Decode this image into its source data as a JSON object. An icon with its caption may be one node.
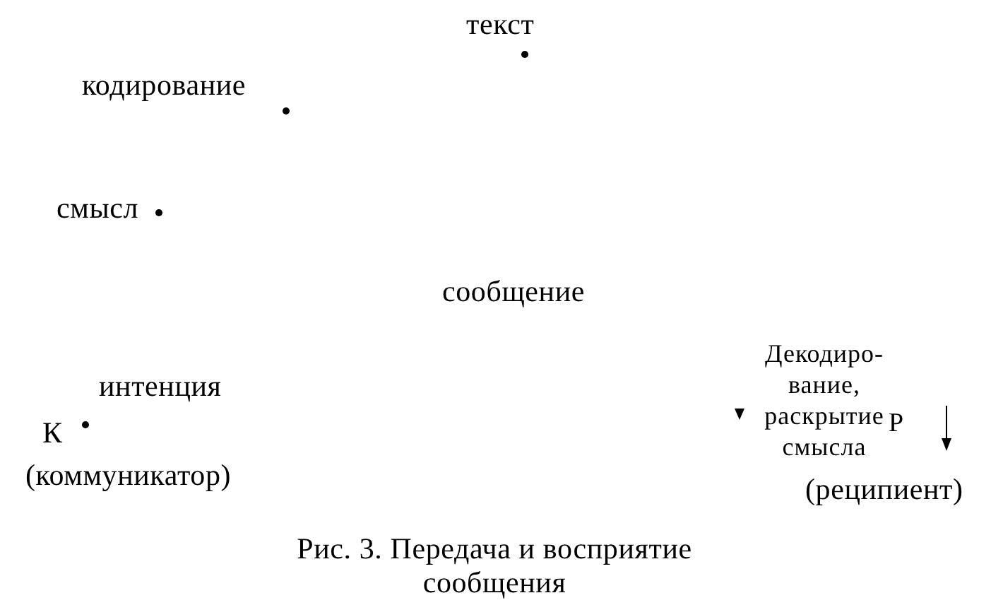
{
  "diagram": {
    "caption": "Рис. 3. Передача и восприятие сообщения",
    "labels": [
      "текст",
      "кодирование",
      "смысл",
      "сообщение",
      "Декодиро- вание, раскрытие смысла",
      "интенция",
      "К",
      "Р",
      "(коммуникатор)",
      "(реципиент)"
    ]
  }
}
